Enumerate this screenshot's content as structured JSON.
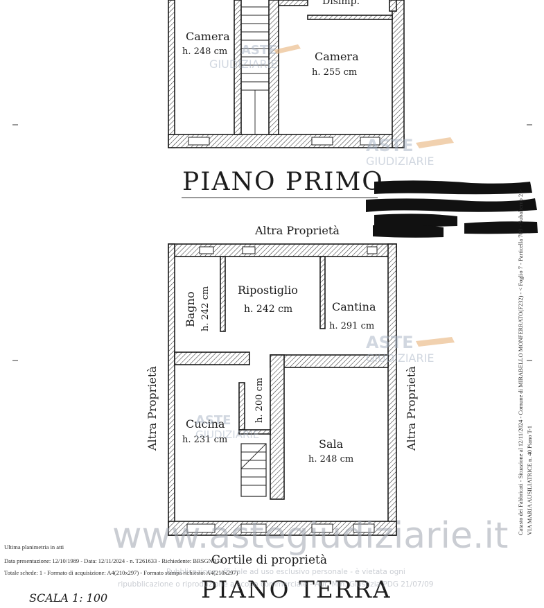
{
  "upper_floor": {
    "title": "PIANO PRIMO",
    "label_top": "Disimp.",
    "rooms": [
      {
        "name": "Camera",
        "height": "h. 248 cm"
      },
      {
        "name": "Camera",
        "height": "h. 255 cm"
      }
    ]
  },
  "ground_floor": {
    "title": "PIANO TERRA",
    "neighbors": {
      "top": "Altra Proprietà",
      "left": "Altra Proprietà",
      "right": "Altra Proprietà",
      "bottom": "Cortile di proprietà"
    },
    "rooms": [
      {
        "name": "Bagno",
        "height": "h. 242 cm"
      },
      {
        "name": "Ripostiglio",
        "height": "h. 242 cm"
      },
      {
        "name": "Cantina",
        "height": "h. 291 cm"
      },
      {
        "name": "Cucina",
        "height": "h. 231 cm"
      },
      {
        "name": "Sala",
        "height": "h. 248 cm"
      }
    ],
    "stair_height": "h. 200 cm"
  },
  "watermarks": {
    "brand_line1": "ASTE",
    "brand_line2": "GIUDIZIARIE",
    "site": "www.astegiudiziarie.it",
    "notice_line1": "Pubblicazione ufficiale ad uso esclusivo personale - è vietata ogni",
    "notice_line2": "ripubblicazione o riproduzione a scopo commerciale - Aut. Min. Giustizia PDG 21/07/09"
  },
  "footer": {
    "line1": "Ultima planimetria in atti",
    "line2": "Data presentazione: 12/10/1989 - Data: 12/11/2024 - n. T261633 - Richiedente: BRSGNR71",
    "line3": "Totale schede: 1 - Formato di acquisizione: A4(210x297) - Formato stampa richiesto: A4(210x297)",
    "scale": "SCALA 1: 100"
  },
  "side_note": {
    "line1": "Catasto dei Fabbricati - Situazione al 12/11/2024 - Comune di MIRABELLO MONFERRATO(F232) - < Foglio 7 - Particella 709 - Subalterno 2 >",
    "line2": "VIA MARIA AUSILIATRICE n. 40 Piano T-1"
  }
}
